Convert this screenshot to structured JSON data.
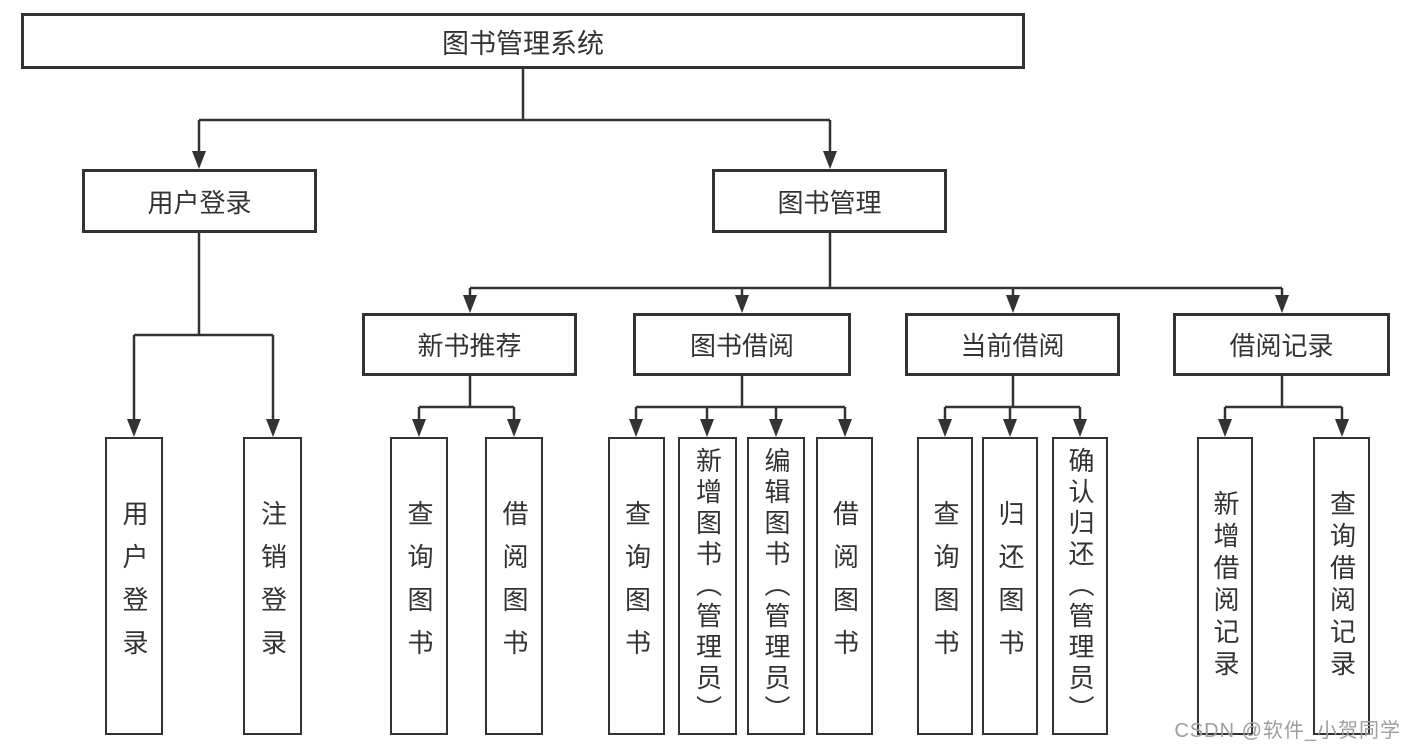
{
  "tree": {
    "root": {
      "label": "图书管理系统"
    },
    "branches": [
      {
        "label": "用户登录",
        "children": [
          {
            "label": "用户登录"
          },
          {
            "label": "注销登录"
          }
        ]
      },
      {
        "label": "图书管理",
        "children": [
          {
            "label": "新书推荐",
            "children": [
              {
                "label": "查询图书"
              },
              {
                "label": "借阅图书"
              }
            ]
          },
          {
            "label": "图书借阅",
            "children": [
              {
                "label": "查询图书"
              },
              {
                "label": "新增图书（管理员）"
              },
              {
                "label": "编辑图书（管理员）"
              },
              {
                "label": "借阅图书"
              }
            ]
          },
          {
            "label": "当前借阅",
            "children": [
              {
                "label": "查询图书"
              },
              {
                "label": "归还图书"
              },
              {
                "label": "确认归还（管理员）"
              }
            ]
          },
          {
            "label": "借阅记录",
            "children": [
              {
                "label": "新增借阅记录"
              },
              {
                "label": "查询借阅记录"
              }
            ]
          }
        ]
      }
    ]
  },
  "watermark": {
    "text": "CSDN @软件_小贺同学"
  },
  "colors": {
    "line": "#333333",
    "box_border": "#333333",
    "box_fill": "#ffffff",
    "text": "#333333",
    "watermark": "#9e9e9e",
    "background": "#ffffff"
  }
}
